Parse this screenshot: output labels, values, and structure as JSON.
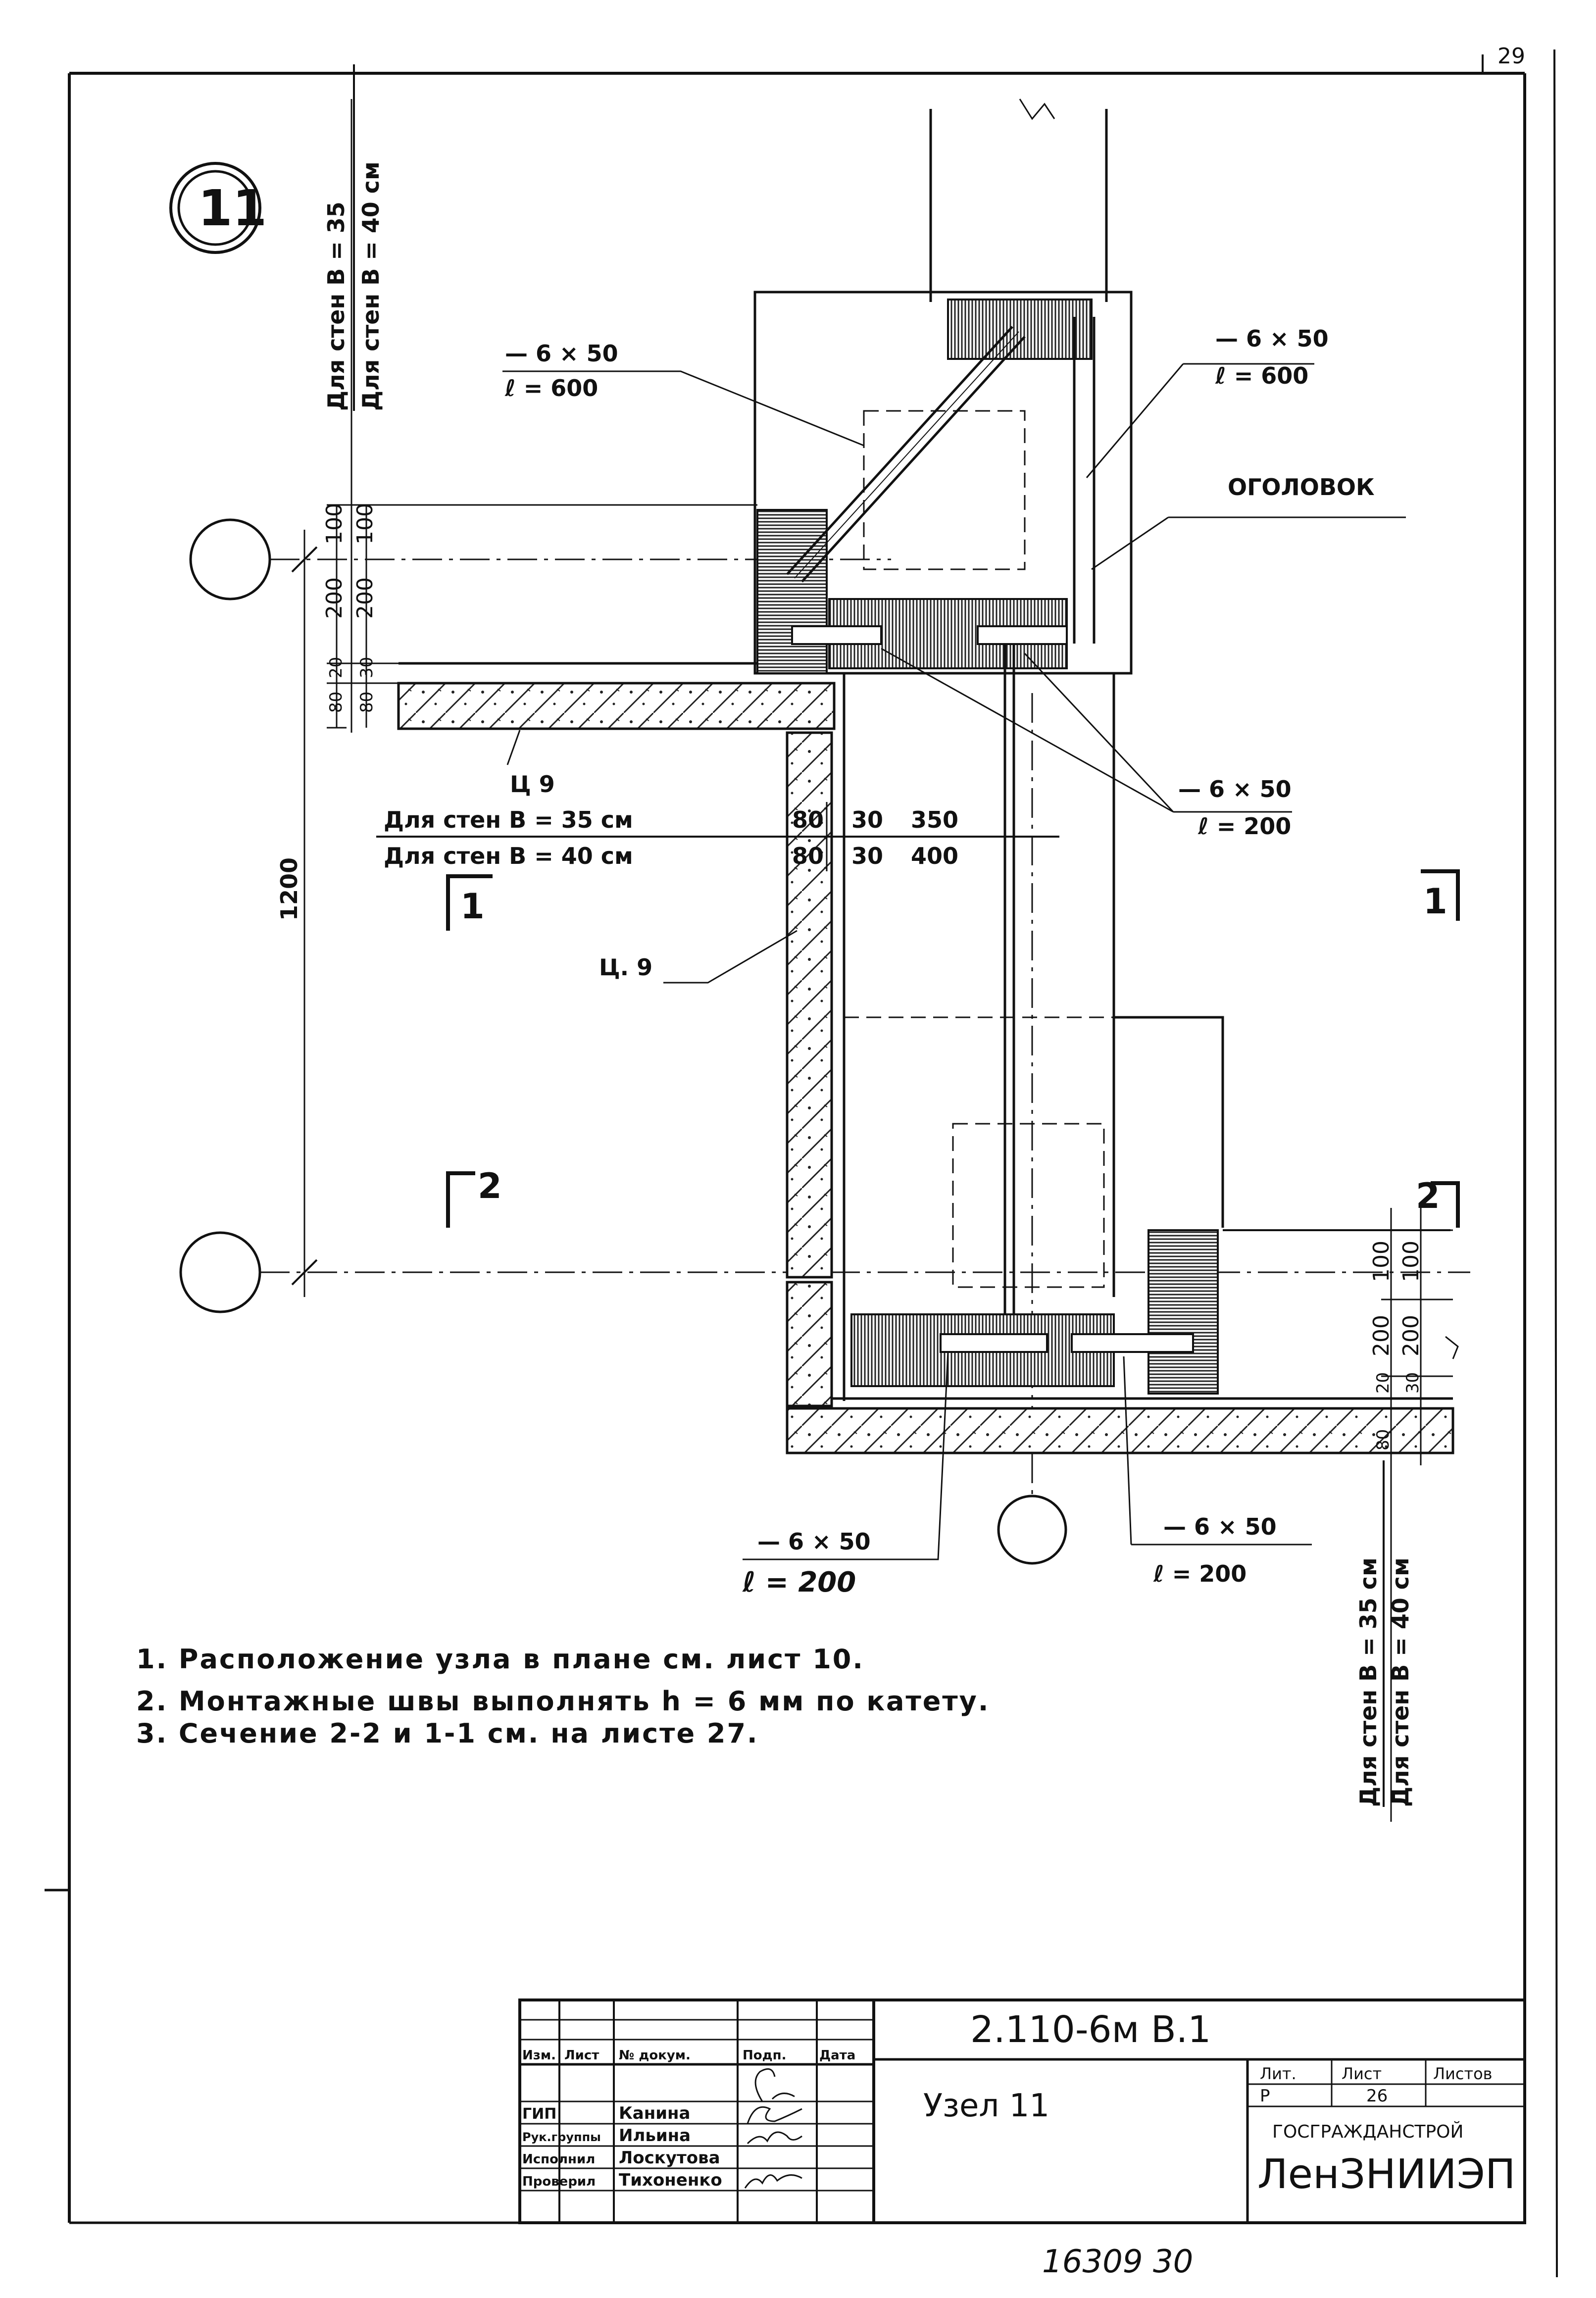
{
  "sheet": {
    "corner_number": "29",
    "node_number": "11",
    "bottom_number": "16309 30"
  },
  "labels": {
    "wall_header": [
      "Для стен В = 35",
      "Для стен В = 40 см"
    ],
    "plate_tl": [
      "— 6 × 50",
      "ℓ = 600"
    ],
    "plate_tr": [
      "— 6 × 50",
      "ℓ = 600"
    ],
    "ogolovok": "ОГОЛОВОК",
    "plate_mid": [
      "— 6 × 50",
      "ℓ = 200"
    ],
    "c9_top": "Ц 9",
    "c9_mid": "Ц. 9",
    "plate_bl": [
      "— 6 × 50",
      "ℓ = 200"
    ],
    "plate_br": [
      "— 6 × 50",
      "ℓ = 200"
    ],
    "wall_right": [
      "Для стен В = 35 см",
      "Для стен В = 40 см"
    ]
  },
  "dims": {
    "row35": {
      "label": "Для стен В = 35 см",
      "a": "80",
      "b": "30",
      "c": "350"
    },
    "row40": {
      "label": "Для стен В = 40 см",
      "a": "80",
      "b": "30",
      "c": "400"
    },
    "vertical_total": "1200",
    "left_stack": [
      "100",
      "100",
      "200",
      "200",
      "80",
      "20",
      "80",
      "30"
    ],
    "right_stack": [
      "100",
      "100",
      "200",
      "200",
      "20",
      "30",
      "80"
    ]
  },
  "sections": {
    "s1_left": "1",
    "s1_right": "1",
    "s2_left": "2",
    "s2_right": "2"
  },
  "notes": [
    "1. Расположение узла в плане см. лист 10.",
    "2. Монтажные швы выполнять h = 6 мм по катету.",
    "3. Сечение 2-2 и 1-1 см. на листе 27."
  ],
  "title_block": {
    "doc_code": "2.110-6м В.1",
    "title": "Узел 11",
    "headers": [
      "Изм.",
      "Лист",
      "№ докум.",
      "Подп.",
      "Дата"
    ],
    "roles": [
      "ГИП",
      "Рук.группы",
      "Исполнил",
      "Проверил"
    ],
    "names": [
      "Канина",
      "Ильина",
      "Лоскутова",
      "Тихоненко"
    ],
    "lit_labels": [
      "Лит.",
      "Лист",
      "Листов"
    ],
    "lit_values": [
      "Р",
      "26",
      ""
    ],
    "org_small": "ГОСГРАЖДАНСТРОЙ",
    "org_big": "ЛенЗНИИЭП"
  }
}
